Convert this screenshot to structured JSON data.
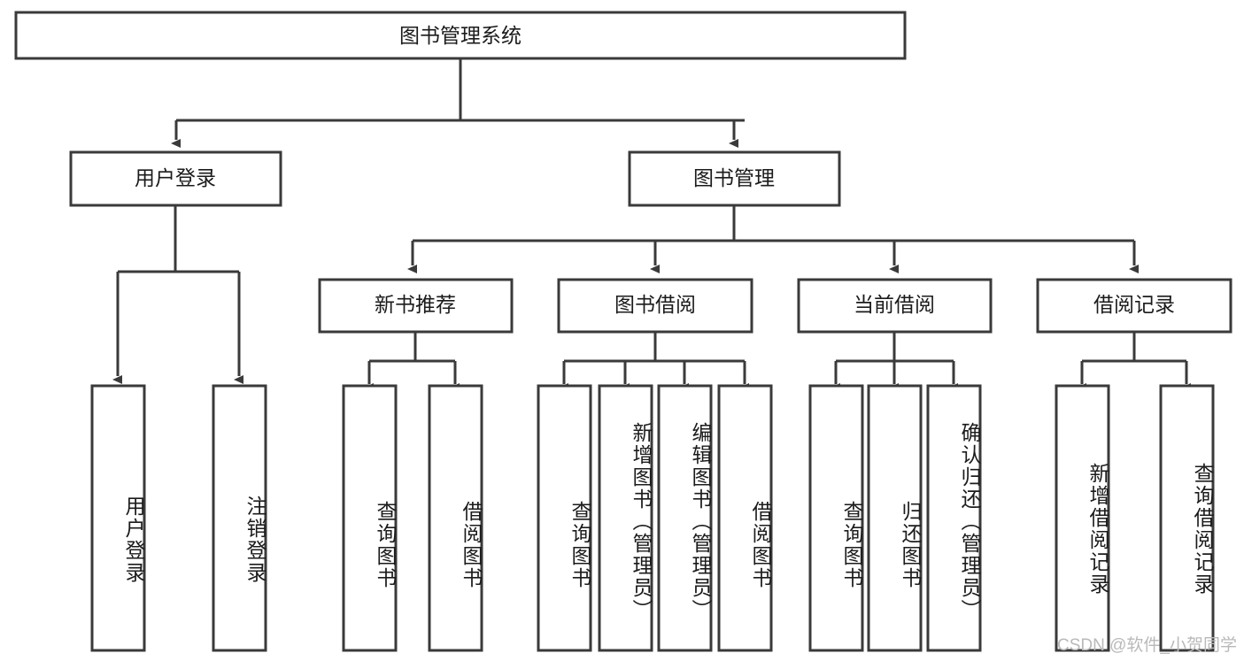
{
  "diagram": {
    "title_box": {
      "label": "图书管理系统"
    },
    "level2": [
      {
        "id": "user-login",
        "label": "用户登录"
      },
      {
        "id": "book-management",
        "label": "图书管理"
      }
    ],
    "level3": [
      {
        "id": "new-book-recommend",
        "label": "新书推荐"
      },
      {
        "id": "book-borrow",
        "label": "图书借阅"
      },
      {
        "id": "current-borrow",
        "label": "当前借阅"
      },
      {
        "id": "borrow-record",
        "label": "借阅记录"
      }
    ],
    "leaves": {
      "user_login": [
        {
          "id": "leaf-user-login",
          "label": "用户登录"
        },
        {
          "id": "leaf-logout-login",
          "label": "注销登录"
        }
      ],
      "new_book_recommend": [
        {
          "id": "leaf-query-book-1",
          "label": "查询图书"
        },
        {
          "id": "leaf-borrow-book-1",
          "label": "借阅图书"
        }
      ],
      "book_borrow": [
        {
          "id": "leaf-query-book-2",
          "label": "查询图书"
        },
        {
          "id": "leaf-add-book",
          "label": "新增图书（管理员）"
        },
        {
          "id": "leaf-edit-book",
          "label": "编辑图书（管理员）"
        },
        {
          "id": "leaf-borrow-book-2",
          "label": "借阅图书"
        }
      ],
      "current_borrow": [
        {
          "id": "leaf-query-book-3",
          "label": "查询图书"
        },
        {
          "id": "leaf-return-book",
          "label": "归还图书"
        },
        {
          "id": "leaf-confirm-return",
          "label": "确认归还（管理员）"
        }
      ],
      "borrow_record": [
        {
          "id": "leaf-add-record",
          "label": "新增借阅记录"
        },
        {
          "id": "leaf-query-record",
          "label": "查询借阅记录"
        }
      ]
    }
  },
  "watermark": {
    "text": "CSDN @软件_小贺同学"
  },
  "colors": {
    "stroke": "#3a3a3a",
    "box_fill": "#ffffff",
    "text": "#1b1b1b",
    "watermark": "#b9b9b9",
    "background": "#ffffff"
  }
}
